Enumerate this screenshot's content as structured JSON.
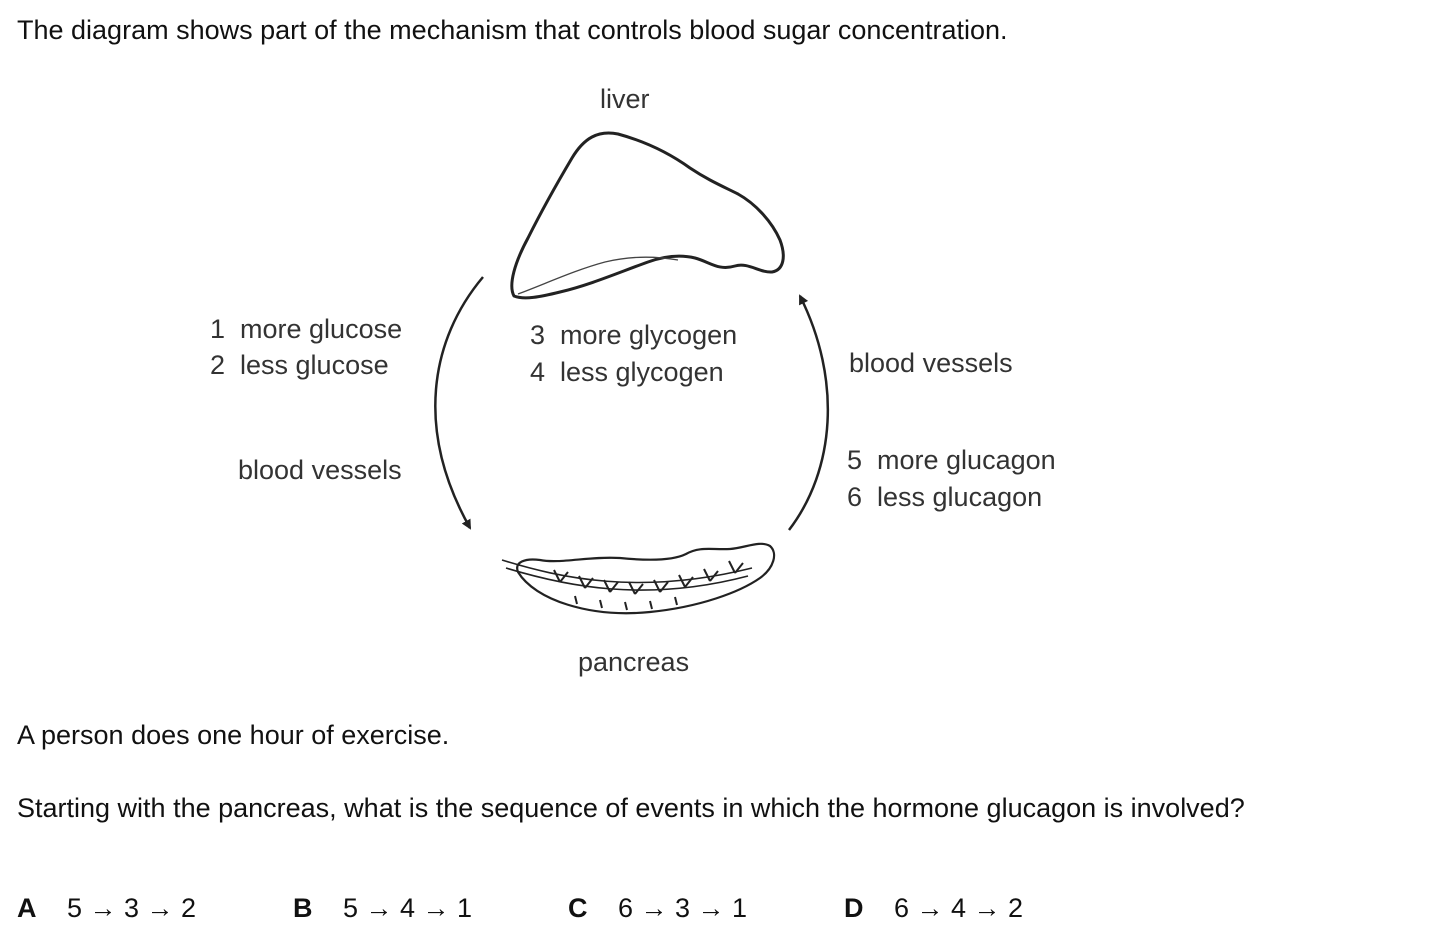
{
  "intro": "The diagram shows part of the mechanism that controls blood sugar concentration.",
  "diagram": {
    "liver_label": "liver",
    "pancreas_label": "pancreas",
    "left_vessels_label": "blood vessels",
    "right_vessels_label": "blood vessels",
    "glucose_options": [
      "1  more glucose",
      "2  less glucose"
    ],
    "glycogen_options": [
      "3  more glycogen",
      "4  less glycogen"
    ],
    "glucagon_options": [
      "5  more glucagon",
      "6  less glucagon"
    ]
  },
  "scenario": "A person does one hour of exercise.",
  "question": "Starting with the pancreas, what is the sequence of events in which the hormone glucagon is involved?",
  "options": [
    {
      "letter": "A",
      "text": "5 → 3 → 2"
    },
    {
      "letter": "B",
      "text": "5 → 4 → 1"
    },
    {
      "letter": "C",
      "text": "6 → 3 → 1"
    },
    {
      "letter": "D",
      "text": "6 → 4 → 2"
    }
  ]
}
